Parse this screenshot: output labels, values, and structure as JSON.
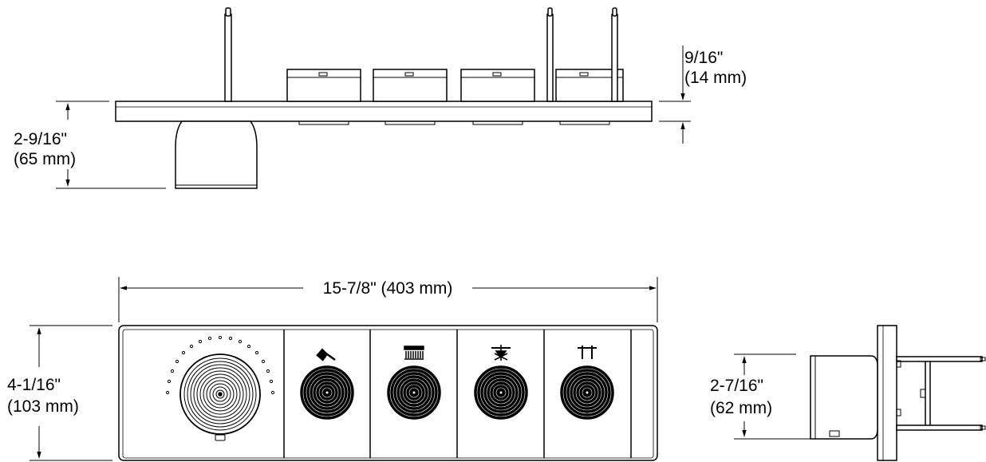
{
  "dimensions": {
    "plate_thickness_in": "9/16\"",
    "plate_thickness_mm": "(14 mm)",
    "depth_in": "2-9/16\"",
    "depth_mm": "(65 mm)",
    "width": "15-7/8\" (403 mm)",
    "height_in": "4-1/16\"",
    "height_mm": "(103 mm)",
    "side_depth_in": "2-7/16\"",
    "side_depth_mm": "(62 mm)"
  },
  "icons": {
    "handle_1": "handshower-icon",
    "handle_2": "rain-showerhead-icon",
    "handle_3": "body-spray-icon",
    "handle_4": "tub-spout-icon"
  }
}
